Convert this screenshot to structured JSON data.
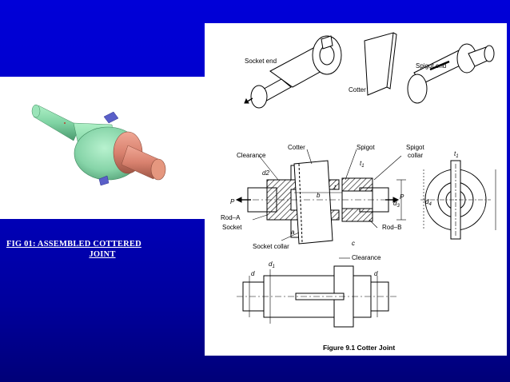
{
  "slide": {
    "caption_line1": "FIG 01: ASSEMBLED COTTERED",
    "caption_line2": "JOINT"
  },
  "diagram": {
    "top_labels": {
      "socket_end": "Socket end",
      "cotter": "Cotter",
      "spigot_end": "Spigot end"
    },
    "section_labels": {
      "clearance_top": "Clearance",
      "cotter": "Cotter",
      "spigot": "Spigot",
      "spigot_collar_1": "Spigot",
      "spigot_collar_2": "collar",
      "d2": "d2",
      "t1": "t",
      "t1_sub": "1",
      "t": "t",
      "b": "b",
      "P_left": "P",
      "P_right": "P",
      "d3": "d",
      "d3_sub": "3",
      "d4": "d",
      "d4_sub": "4",
      "rod_a": "Rod–A",
      "socket": "Socket",
      "a": "a",
      "socket_collar": "Socket collar",
      "c": "c",
      "rod_b": "Rod–B",
      "clearance_bottom": "Clearance",
      "side_t1": "t",
      "side_t1_sub": "1"
    },
    "plan_labels": {
      "d_left": "d",
      "d1": "d",
      "d1_sub": "1",
      "d_right": "d"
    },
    "figure_caption": "Figure 9.1 Cotter Joint"
  },
  "colors": {
    "background_top": "#0000d8",
    "background_bottom": "#000078",
    "shaft_green": "#7fd3a3",
    "collar_salmon": "#d9826f",
    "cotter_blue": "#5a5fc8"
  }
}
